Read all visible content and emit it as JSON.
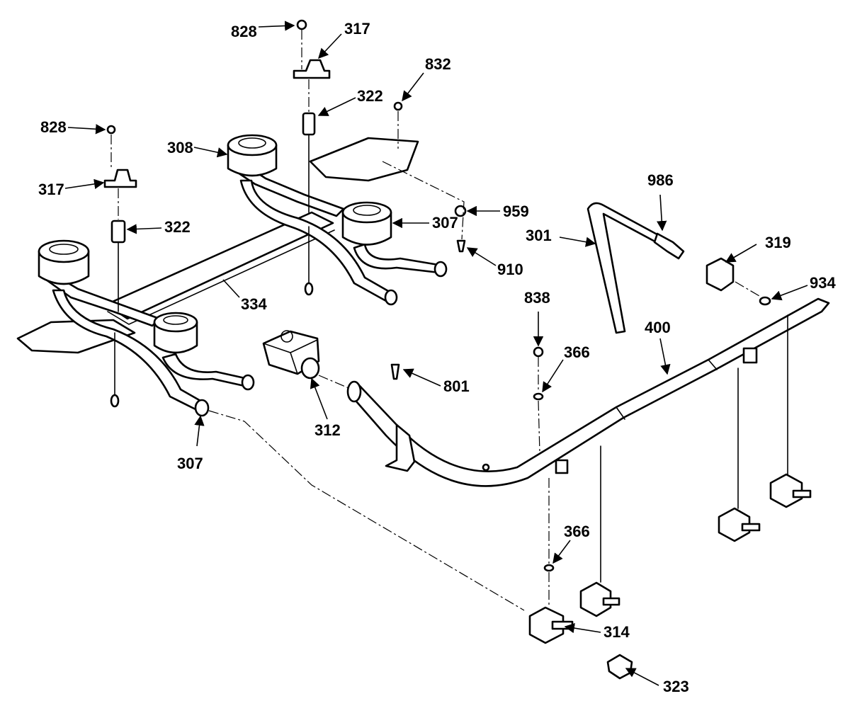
{
  "diagram": {
    "callouts": [
      {
        "id": "c828a",
        "text": "828"
      },
      {
        "id": "c317a",
        "text": "317"
      },
      {
        "id": "c832",
        "text": "832"
      },
      {
        "id": "c322a",
        "text": "322"
      },
      {
        "id": "c828b",
        "text": "828"
      },
      {
        "id": "c308",
        "text": "308"
      },
      {
        "id": "c317b",
        "text": "317"
      },
      {
        "id": "c322b",
        "text": "322"
      },
      {
        "id": "c959",
        "text": "959"
      },
      {
        "id": "c307a",
        "text": "307"
      },
      {
        "id": "c910",
        "text": "910"
      },
      {
        "id": "c986",
        "text": "986"
      },
      {
        "id": "c301",
        "text": "301"
      },
      {
        "id": "c319",
        "text": "319"
      },
      {
        "id": "c934",
        "text": "934"
      },
      {
        "id": "c334",
        "text": "334"
      },
      {
        "id": "c838",
        "text": "838"
      },
      {
        "id": "c366a",
        "text": "366"
      },
      {
        "id": "c400",
        "text": "400"
      },
      {
        "id": "c801",
        "text": "801"
      },
      {
        "id": "c312",
        "text": "312"
      },
      {
        "id": "c307b",
        "text": "307"
      },
      {
        "id": "c366b",
        "text": "366"
      },
      {
        "id": "c314",
        "text": "314"
      },
      {
        "id": "c323",
        "text": "323"
      }
    ]
  }
}
